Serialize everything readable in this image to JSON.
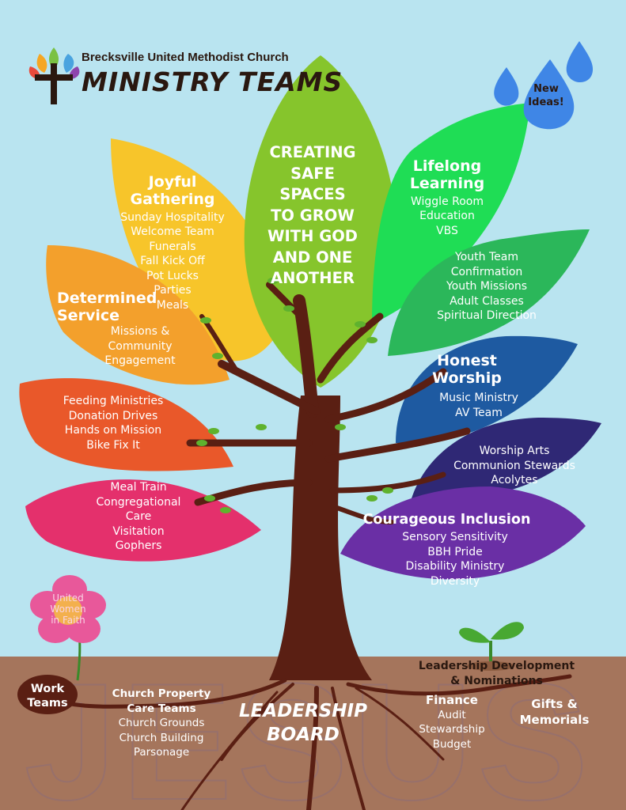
{
  "header": {
    "church_name": "Brecksville United Methodist Church",
    "title": "MINISTRY TEAMS"
  },
  "center_message": [
    "CREATING",
    "SAFE",
    "SPACES",
    "TO GROW",
    "WITH GOD",
    "AND ONE",
    "ANOTHER"
  ],
  "raindrop_label": [
    "New",
    "Ideas!"
  ],
  "leaves": {
    "joyful": {
      "title": [
        "Joyful",
        "Gathering"
      ],
      "items": [
        "Sunday Hospitality",
        "Welcome Team",
        "Funerals",
        "Fall Kick Off",
        "Pot Lucks",
        "Parties",
        "Meals"
      ]
    },
    "determined": {
      "title": [
        "Determined",
        "Service"
      ],
      "items": [
        "Missions &",
        "Community",
        "Engagement"
      ]
    },
    "feeding": {
      "items": [
        "Feeding Ministries",
        "Donation Drives",
        "Hands on Mission",
        "Bike Fix It"
      ]
    },
    "care": {
      "items": [
        "Meal Train",
        "Congregational",
        "Care",
        "Visitation",
        "Gophers"
      ]
    },
    "lifelong": {
      "title": [
        "Lifelong",
        "Learning"
      ],
      "items": [
        "Wiggle Room",
        "Education",
        "VBS"
      ]
    },
    "youth": {
      "items": [
        "Youth Team",
        "Confirmation",
        "Youth Missions",
        "Adult Classes",
        "Spiritual Direction"
      ]
    },
    "worship": {
      "title": [
        "Honest",
        "Worship"
      ],
      "items": [
        "Music Ministry",
        "AV Team"
      ]
    },
    "arts": {
      "items": [
        "Worship Arts",
        "Communion Stewards",
        "Acolytes"
      ]
    },
    "inclusion": {
      "title": [
        "Courageous Inclusion"
      ],
      "items": [
        "Sensory Sensitivity",
        "BBH Pride",
        "Disability Ministry",
        "Diversity"
      ]
    }
  },
  "flower_label": [
    "United",
    "Women",
    "in Faith"
  ],
  "roots": {
    "work_teams": [
      "Work",
      "Teams"
    ],
    "property": {
      "title": [
        "Church Property",
        "Care Teams"
      ],
      "items": [
        "Church Grounds",
        "Church Building",
        "Parsonage"
      ]
    },
    "leadership_board": [
      "LEADERSHIP",
      "BOARD"
    ],
    "leadership_dev": [
      "Leadership Development",
      "& Nominations"
    ],
    "finance": {
      "title": "Finance",
      "items": [
        "Audit",
        "Stewardship",
        "Budget"
      ]
    },
    "gifts": [
      "Gifts &",
      "Memorials"
    ],
    "watermark": "JESUS"
  },
  "colors": {
    "sky": "#b9e4f0",
    "soil": "#a5755c",
    "trunk": "#5a1f13",
    "joyful": "#f7c52a",
    "determined": "#f3a02c",
    "feeding": "#e9582a",
    "care": "#e4306c",
    "center": "#86c52c",
    "lifelong": "#1fdd55",
    "youth": "#2bb75a",
    "worship": "#1e5aa1",
    "arts": "#2f2875",
    "inclusion": "#6a2fa5",
    "raindrop": "#3f86e6",
    "flower": "#e8589a"
  }
}
